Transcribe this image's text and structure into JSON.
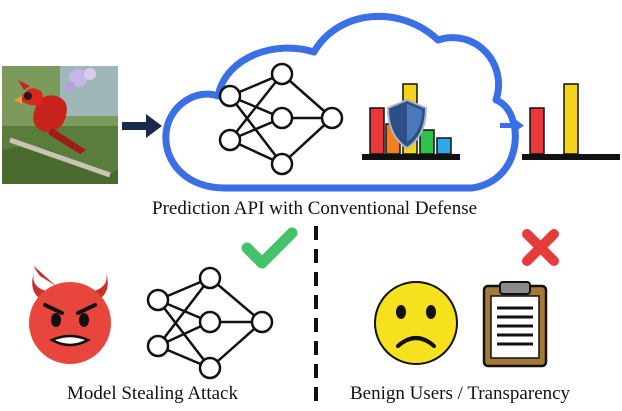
{
  "captions": {
    "api": "Prediction API with Conventional Defense",
    "attack": "Model Stealing Attack",
    "benign": "Benign Users / Transparency"
  },
  "icons": {
    "input": "bird-photo",
    "arrows": "arrow-right-icon",
    "model": "neural-network-icon",
    "defense": "shield-icon",
    "attacker": "devil-face-icon",
    "success": "checkmark-icon",
    "failure": "cross-icon",
    "user": "sad-face-icon",
    "transparency": "clipboard-icon"
  },
  "colors": {
    "cloud": "#3b6fe6",
    "arrow": "#1c2a4a",
    "check": "#43c26a",
    "cross": "#e53b3b",
    "devil": "#e8453c",
    "user_face": "#f7e11e",
    "shield": "#2c4f86",
    "bars_full": [
      "#e83a3a",
      "#f07f1e",
      "#f2d41c",
      "#2fc24a",
      "#2fa9e8"
    ],
    "bars_output": [
      "#e83a3a",
      "#f2d41c"
    ]
  }
}
